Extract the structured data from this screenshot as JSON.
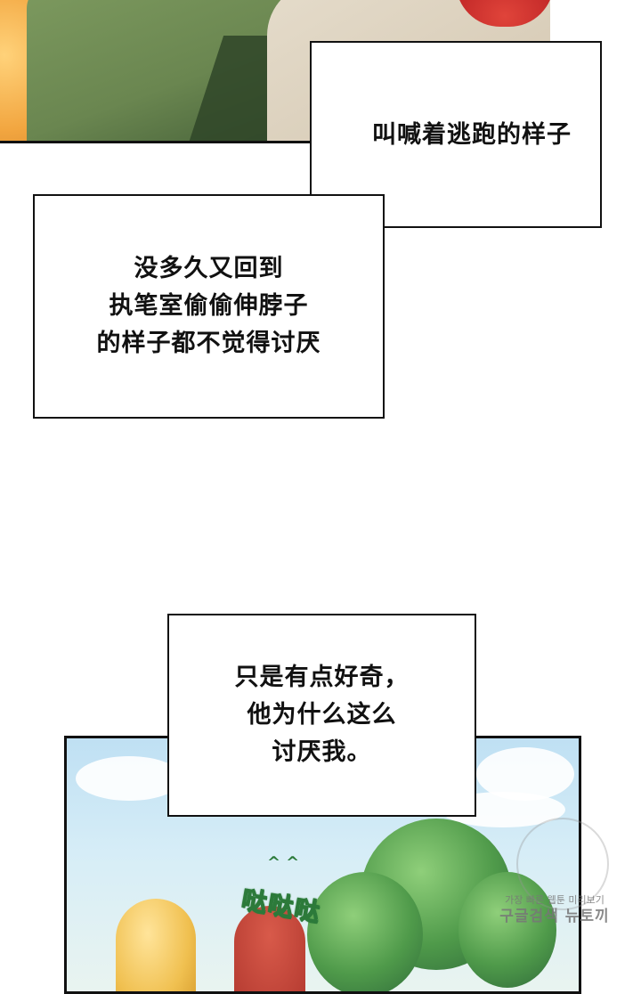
{
  "captions": {
    "box1": [
      "叫喊着逃跑的样子"
    ],
    "box2": [
      "没多久又回到",
      "执笔室偷偷伸脖子",
      "的样子都不觉得讨厌"
    ],
    "box3": [
      "只是有点好奇，",
      "他为什么这么",
      "讨厌我。"
    ]
  },
  "sfx": {
    "text": "哒哒哒",
    "marks": "^^",
    "color": "#2c7a3a"
  },
  "watermark": {
    "line1": "가장 빠른 웹툰 미리보기",
    "line2": "구글검색 뉴토끼"
  }
}
